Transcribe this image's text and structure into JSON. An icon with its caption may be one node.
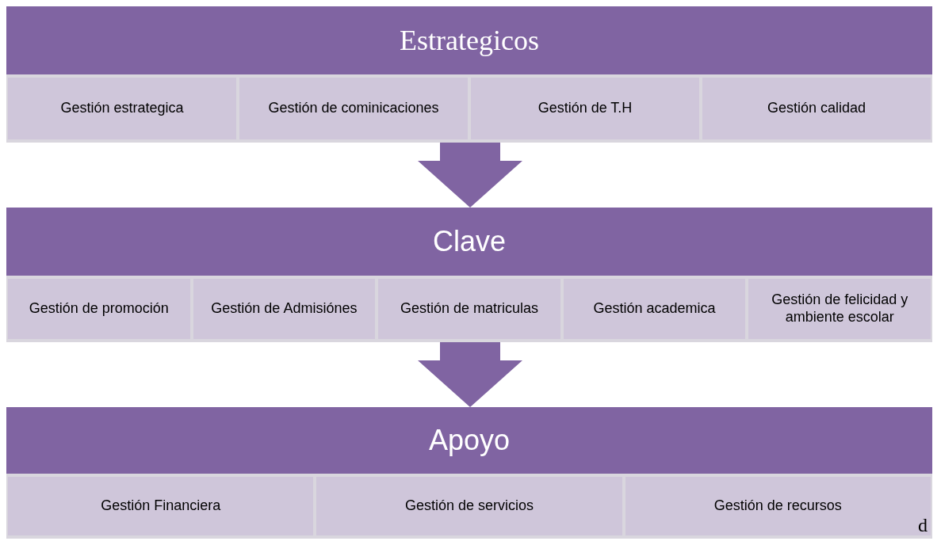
{
  "diagram": {
    "nodes": [
      {
        "text": [
          "Estrategicos"
        ]
      },
      {
        "text": [
          "Gestión estrategica"
        ],
        "in": 0
      },
      {
        "text": [
          "Gestión de cominicaciones"
        ],
        "in": 0
      },
      {
        "text": [
          "Gestión de T.H"
        ],
        "in": 0
      },
      {
        "text": [
          "Gestión calidad"
        ],
        "in": 0
      },
      {
        "text": [
          "Clave"
        ]
      },
      {
        "text": [
          "Gestión de promoción"
        ],
        "in": 5
      },
      {
        "text": [
          "Gestión de Admisiónes"
        ],
        "in": 5
      },
      {
        "text": [
          "Gestión de matriculas"
        ],
        "in": 5
      },
      {
        "text": [
          "Gestión academica"
        ],
        "in": 5
      },
      {
        "text": [
          "Gestión de felicidad y ambiente escolar"
        ],
        "in": 5
      },
      {
        "text": [
          "Apoyo"
        ]
      },
      {
        "text": [
          "Gestión Financiera"
        ],
        "in": 11
      },
      {
        "text": [
          "Gestión de servicios"
        ],
        "in": 11
      },
      {
        "text": [
          "Gestión de recursos"
        ],
        "in": 11
      }
    ],
    "edges": [
      {
        "from": 0,
        "to": 5,
        "arrow": "to"
      },
      {
        "from": 5,
        "to": 11,
        "arrow": "to"
      }
    ],
    "labels": [
      "d"
    ]
  }
}
